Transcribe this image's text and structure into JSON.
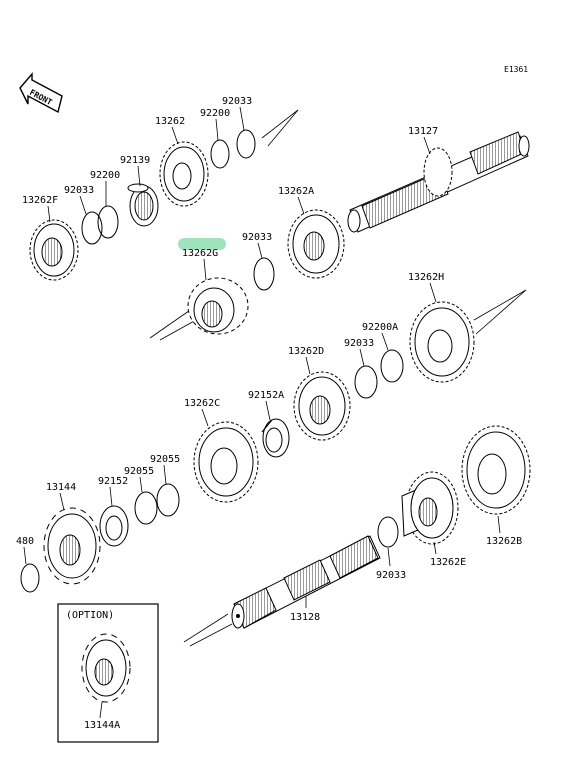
{
  "diagram": {
    "code": "E1361",
    "front_label": "FRONT",
    "option_label": "(OPTION)",
    "labels": {
      "p13262F": "13262F",
      "p92033_a": "92033",
      "p92200_a": "92200",
      "p92139": "92139",
      "p13262": "13262",
      "p92200_b": "92200",
      "p92033_b": "92033",
      "p13127": "13127",
      "p13262A": "13262A",
      "p92033_c": "92033",
      "p13262G": "13262G",
      "p13262H": "13262H",
      "p92200A": "92200A",
      "p92033_d": "92033",
      "p13262D": "13262D",
      "p13262C": "13262C",
      "p92152A": "92152A",
      "p13144": "13144",
      "p92152": "92152",
      "p92055_a": "92055",
      "p92055_b": "92055",
      "p480": "480",
      "p92033_e": "92033",
      "p13262E": "13262E",
      "p13262B": "13262B",
      "p13128": "13128",
      "p13144A": "13144A"
    },
    "colors": {
      "highlight": "#9fe3bd",
      "ink": "#000000"
    }
  }
}
